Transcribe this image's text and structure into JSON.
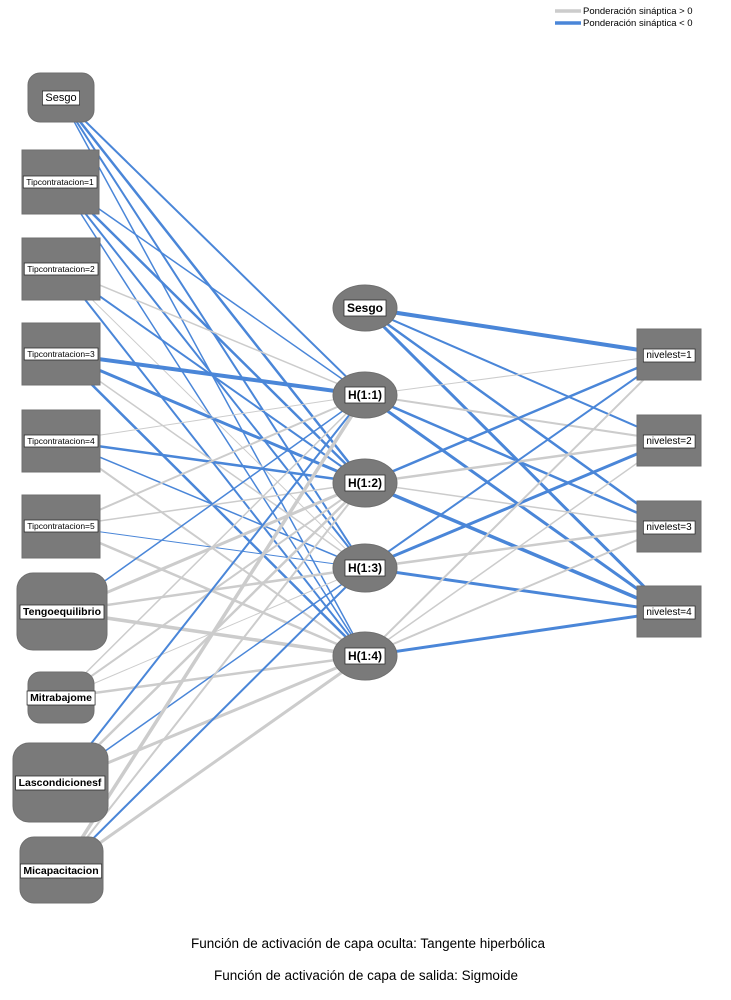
{
  "legend": {
    "positive": {
      "label": "Ponderación sináptica > 0",
      "color": "#cccccc"
    },
    "negative": {
      "label": "Ponderación sináptica < 0",
      "color": "#4a86d8"
    }
  },
  "footer": {
    "line1": "Función de activación de capa oculta: Tangente hiperbólica",
    "line2": "Función de activación de capa de salida: Sigmoide"
  },
  "nodes": {
    "bias_input": {
      "label": "Sesgo"
    },
    "tip1": {
      "label": "Tipcontratacion=1"
    },
    "tip2": {
      "label": "Tipcontratacion=2"
    },
    "tip3": {
      "label": "Tipcontratacion=3"
    },
    "tip4": {
      "label": "Tipcontratacion=4"
    },
    "tip5": {
      "label": "Tipcontratacion=5"
    },
    "tengo": {
      "label": "Tengoequilibrio"
    },
    "mitra": {
      "label": "Mitrabajome"
    },
    "lascond": {
      "label": "Lascondicionesf"
    },
    "micap": {
      "label": "Micapacitacion"
    },
    "bias_hidden": {
      "label": "Sesgo"
    },
    "h1": {
      "label": "H(1:1)"
    },
    "h2": {
      "label": "H(1:2)"
    },
    "h3": {
      "label": "H(1:3)"
    },
    "h4": {
      "label": "H(1:4)"
    },
    "o1": {
      "label": "nivelest=1"
    },
    "o2": {
      "label": "nivelest=2"
    },
    "o3": {
      "label": "nivelest=3"
    },
    "o4": {
      "label": "nivelest=4"
    }
  },
  "network": {
    "hidden_activation": "Tangente hiperbólica",
    "output_activation": "Sigmoide",
    "edges_input_hidden": [
      {
        "from": "bias_input",
        "to": "h1",
        "sign": "negative",
        "weight": 2
      },
      {
        "from": "bias_input",
        "to": "h2",
        "sign": "negative",
        "weight": 2.5
      },
      {
        "from": "bias_input",
        "to": "h3",
        "sign": "negative",
        "weight": 2
      },
      {
        "from": "bias_input",
        "to": "h4",
        "sign": "negative",
        "weight": 1.5
      },
      {
        "from": "tip1",
        "to": "h1",
        "sign": "negative",
        "weight": 1.5
      },
      {
        "from": "tip1",
        "to": "h2",
        "sign": "negative",
        "weight": 2.5
      },
      {
        "from": "tip1",
        "to": "h3",
        "sign": "negative",
        "weight": 2
      },
      {
        "from": "tip1",
        "to": "h4",
        "sign": "negative",
        "weight": 1.5
      },
      {
        "from": "tip2",
        "to": "h1",
        "sign": "positive",
        "weight": 1.5
      },
      {
        "from": "tip2",
        "to": "h2",
        "sign": "negative",
        "weight": 2
      },
      {
        "from": "tip2",
        "to": "h3",
        "sign": "positive",
        "weight": 1
      },
      {
        "from": "tip2",
        "to": "h4",
        "sign": "negative",
        "weight": 2
      },
      {
        "from": "tip3",
        "to": "h1",
        "sign": "negative",
        "weight": 4
      },
      {
        "from": "tip3",
        "to": "h2",
        "sign": "negative",
        "weight": 3
      },
      {
        "from": "tip3",
        "to": "h3",
        "sign": "positive",
        "weight": 1.5
      },
      {
        "from": "tip3",
        "to": "h4",
        "sign": "negative",
        "weight": 2.5
      },
      {
        "from": "tip4",
        "to": "h1",
        "sign": "positive",
        "weight": 1
      },
      {
        "from": "tip4",
        "to": "h2",
        "sign": "negative",
        "weight": 2.5
      },
      {
        "from": "tip4",
        "to": "h3",
        "sign": "negative",
        "weight": 1.5
      },
      {
        "from": "tip4",
        "to": "h4",
        "sign": "positive",
        "weight": 2
      },
      {
        "from": "tip5",
        "to": "h1",
        "sign": "positive",
        "weight": 2
      },
      {
        "from": "tip5",
        "to": "h2",
        "sign": "positive",
        "weight": 1.5
      },
      {
        "from": "tip5",
        "to": "h3",
        "sign": "negative",
        "weight": 1
      },
      {
        "from": "tip5",
        "to": "h4",
        "sign": "positive",
        "weight": 2.5
      },
      {
        "from": "tengo",
        "to": "h1",
        "sign": "negative",
        "weight": 1.5
      },
      {
        "from": "tengo",
        "to": "h2",
        "sign": "positive",
        "weight": 3
      },
      {
        "from": "tengo",
        "to": "h3",
        "sign": "positive",
        "weight": 2.5
      },
      {
        "from": "tengo",
        "to": "h4",
        "sign": "positive",
        "weight": 3.5
      },
      {
        "from": "mitra",
        "to": "h1",
        "sign": "positive",
        "weight": 1.5
      },
      {
        "from": "mitra",
        "to": "h2",
        "sign": "positive",
        "weight": 2
      },
      {
        "from": "mitra",
        "to": "h3",
        "sign": "positive",
        "weight": 1
      },
      {
        "from": "mitra",
        "to": "h4",
        "sign": "positive",
        "weight": 2.5
      },
      {
        "from": "lascond",
        "to": "h1",
        "sign": "negative",
        "weight": 2
      },
      {
        "from": "lascond",
        "to": "h2",
        "sign": "positive",
        "weight": 2.5
      },
      {
        "from": "lascond",
        "to": "h3",
        "sign": "negative",
        "weight": 1.5
      },
      {
        "from": "lascond",
        "to": "h4",
        "sign": "positive",
        "weight": 3
      },
      {
        "from": "micap",
        "to": "h1",
        "sign": "positive",
        "weight": 3.5
      },
      {
        "from": "micap",
        "to": "h2",
        "sign": "positive",
        "weight": 2
      },
      {
        "from": "micap",
        "to": "h3",
        "sign": "negative",
        "weight": 2
      },
      {
        "from": "micap",
        "to": "h4",
        "sign": "positive",
        "weight": 3
      }
    ],
    "edges_hidden_output": [
      {
        "from": "bias_hidden",
        "to": "o1",
        "sign": "negative",
        "weight": 4
      },
      {
        "from": "bias_hidden",
        "to": "o2",
        "sign": "negative",
        "weight": 2
      },
      {
        "from": "bias_hidden",
        "to": "o3",
        "sign": "negative",
        "weight": 2.5
      },
      {
        "from": "bias_hidden",
        "to": "o4",
        "sign": "negative",
        "weight": 3
      },
      {
        "from": "h1",
        "to": "o1",
        "sign": "positive",
        "weight": 1
      },
      {
        "from": "h1",
        "to": "o2",
        "sign": "positive",
        "weight": 2
      },
      {
        "from": "h1",
        "to": "o3",
        "sign": "negative",
        "weight": 2.5
      },
      {
        "from": "h1",
        "to": "o4",
        "sign": "negative",
        "weight": 3
      },
      {
        "from": "h2",
        "to": "o1",
        "sign": "negative",
        "weight": 2.5
      },
      {
        "from": "h2",
        "to": "o2",
        "sign": "positive",
        "weight": 2.5
      },
      {
        "from": "h2",
        "to": "o3",
        "sign": "positive",
        "weight": 1.5
      },
      {
        "from": "h2",
        "to": "o4",
        "sign": "negative",
        "weight": 3.5
      },
      {
        "from": "h3",
        "to": "o1",
        "sign": "negative",
        "weight": 2
      },
      {
        "from": "h3",
        "to": "o2",
        "sign": "negative",
        "weight": 3
      },
      {
        "from": "h3",
        "to": "o3",
        "sign": "positive",
        "weight": 2.5
      },
      {
        "from": "h3",
        "to": "o4",
        "sign": "negative",
        "weight": 3
      },
      {
        "from": "h4",
        "to": "o1",
        "sign": "positive",
        "weight": 2
      },
      {
        "from": "h4",
        "to": "o2",
        "sign": "positive",
        "weight": 1.5
      },
      {
        "from": "h4",
        "to": "o3",
        "sign": "positive",
        "weight": 2
      },
      {
        "from": "h4",
        "to": "o4",
        "sign": "negative",
        "weight": 3
      }
    ]
  }
}
